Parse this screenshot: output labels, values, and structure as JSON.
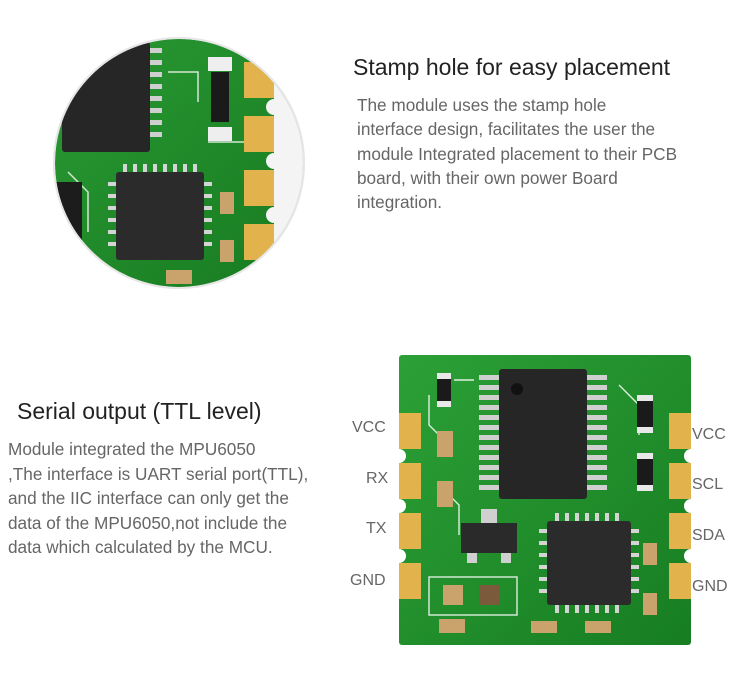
{
  "section1": {
    "title": "Stamp hole for easy placement",
    "lines": [
      "The module uses the stamp hole",
      "interface design, facilitates the user the",
      "module Integrated placement to their PCB",
      "board, with their own power Board",
      "integration."
    ]
  },
  "section2": {
    "title": "Serial output (TTL level)",
    "lines": [
      "Module integrated the MPU6050",
      ",The interface is  UART serial port(TTL),",
      "and the IIC interface can only get the",
      "data of the MPU6050,not include the",
      "data which calculated by the MCU."
    ]
  },
  "pins_left": [
    "VCC",
    "RX",
    "TX",
    "GND"
  ],
  "pins_right": [
    "VCC",
    "SCL",
    "SDA",
    "GND"
  ],
  "colors": {
    "pcb_green": "#1f8a2a",
    "pad_gold": "#e0b04a",
    "chip_black": "#2a2a2a"
  }
}
